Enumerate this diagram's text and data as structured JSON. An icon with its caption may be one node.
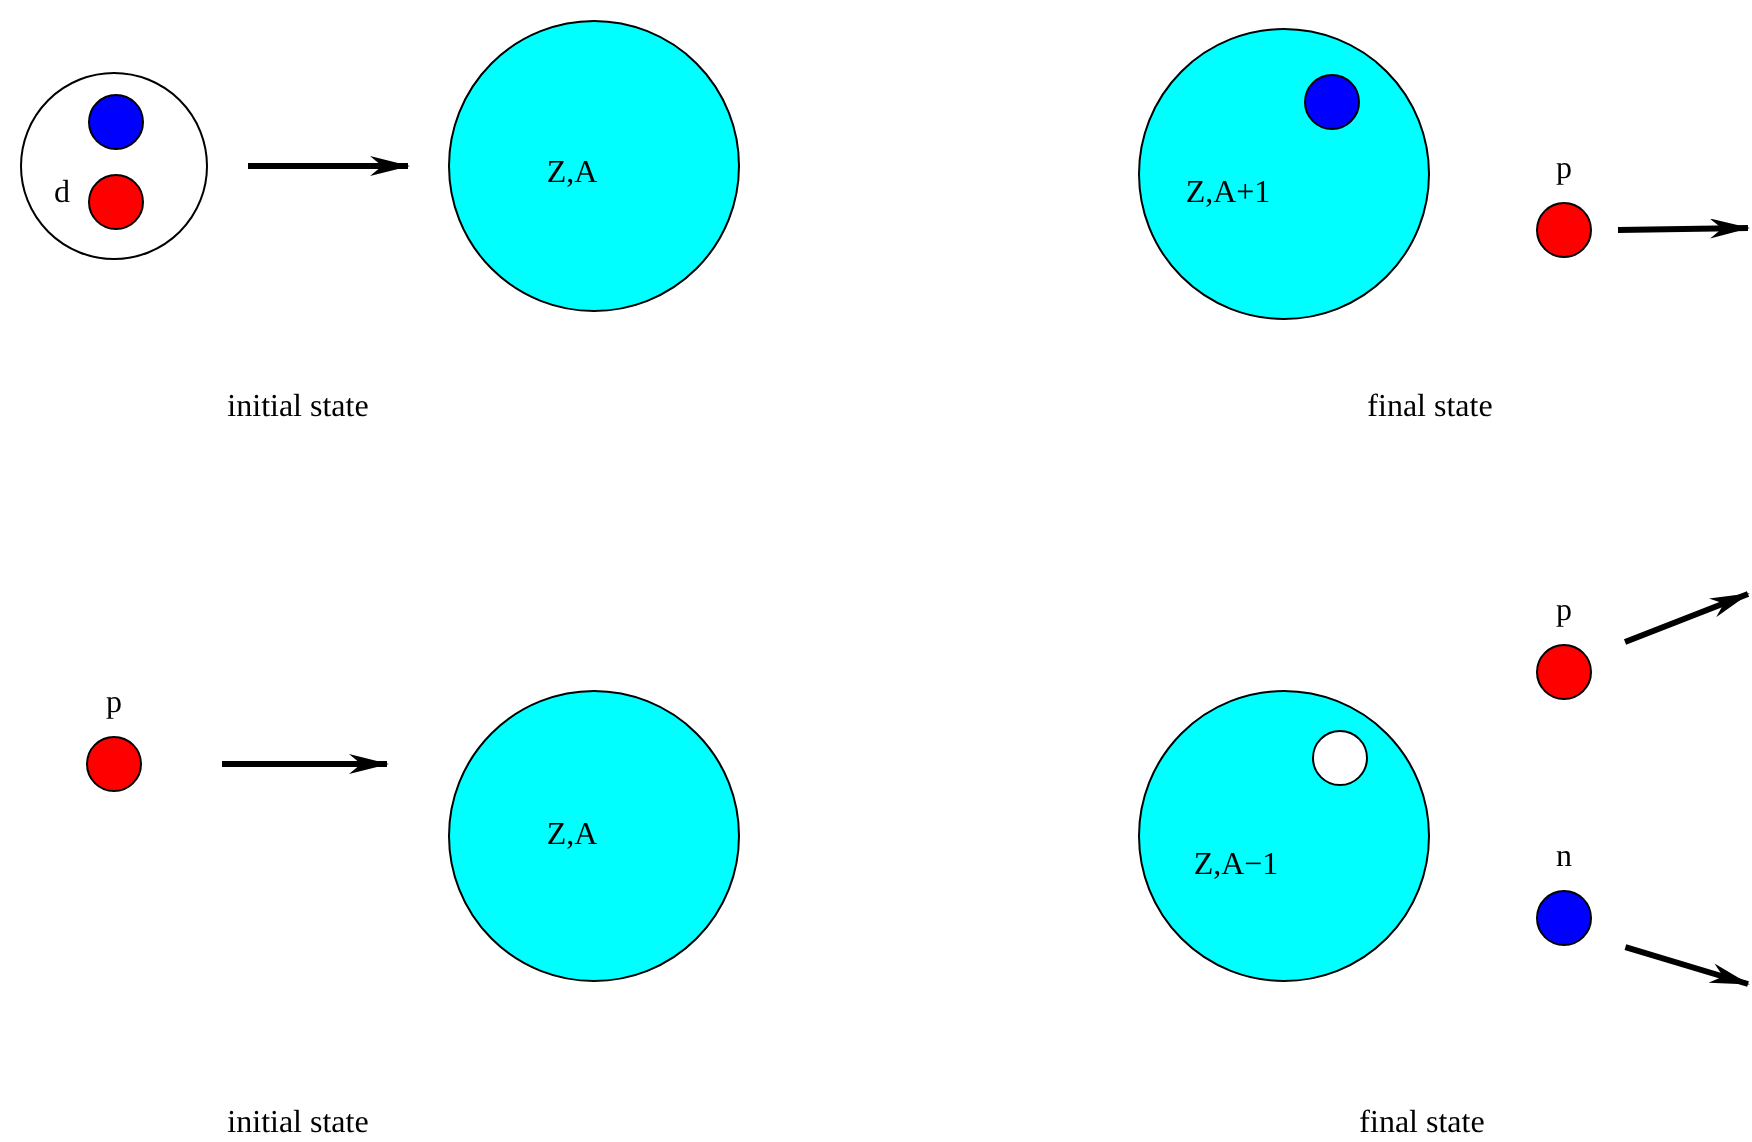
{
  "diagram": {
    "nodes": [
      {
        "text": [
          "d"
        ]
      },
      {
        "text": [],
        "shape": "circle",
        "in": 0
      },
      {
        "text": [],
        "shape": "circle",
        "in": 0
      },
      {
        "text": [
          "Z,A"
        ]
      },
      {
        "text": [
          "Z,A+1"
        ]
      },
      {
        "text": [],
        "shape": "circle",
        "in": 4
      },
      {
        "text": [
          "p"
        ]
      },
      {
        "text": [
          "p"
        ]
      },
      {
        "text": [
          "Z,A"
        ]
      },
      {
        "text": [
          "Z,A−1"
        ]
      },
      {
        "text": [],
        "shape": "circle",
        "in": 9
      },
      {
        "text": [
          "p"
        ]
      },
      {
        "text": [
          "n"
        ]
      }
    ],
    "edges": [
      {
        "from": 0,
        "to": 3,
        "arrow": "to"
      },
      {
        "from": 6,
        "to": null,
        "arrow": "to"
      },
      {
        "from": 7,
        "to": 8,
        "arrow": "to"
      },
      {
        "from": 11,
        "to": null,
        "arrow": "to"
      },
      {
        "from": 12,
        "to": null,
        "arrow": "to"
      }
    ],
    "labels": [
      "initial state",
      "final state",
      "initial state",
      "final state"
    ]
  }
}
